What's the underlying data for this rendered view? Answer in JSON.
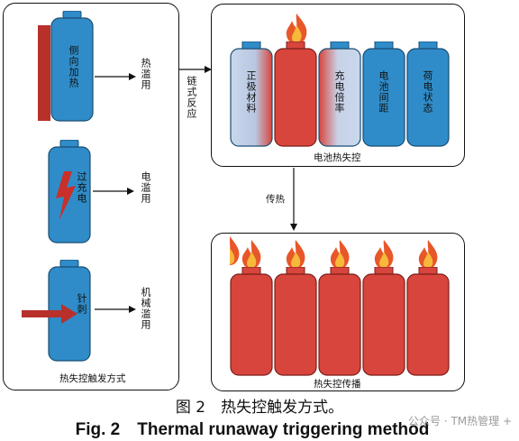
{
  "left_panel": {
    "trigger_labels": {
      "side_heating": "侧向加热",
      "overcharge": "过充电",
      "nail": "针刺"
    },
    "abuse_labels": {
      "thermal": "热滥用",
      "electrical": "电滥用",
      "mechanical": "机械滥用"
    },
    "title": "热失控触发方式"
  },
  "chain_reaction_label": "链式反应",
  "top_panel": {
    "factors": [
      "正极材料",
      "",
      "充电倍率",
      "电池间距",
      "荷电状态"
    ],
    "title": "电池热失控"
  },
  "heat_transfer_label": "传热",
  "bottom_panel": {
    "title": "热失控传播"
  },
  "caption": {
    "cn": "图 2　热失控触发方式。",
    "en": "Fig. 2　Thermal runaway triggering method"
  },
  "watermark": "公众号 · TM热管理 +",
  "colors": {
    "battery_blue": "#2f8cc8",
    "battery_red": "#d8453c",
    "heater_red": "#b8302a"
  }
}
